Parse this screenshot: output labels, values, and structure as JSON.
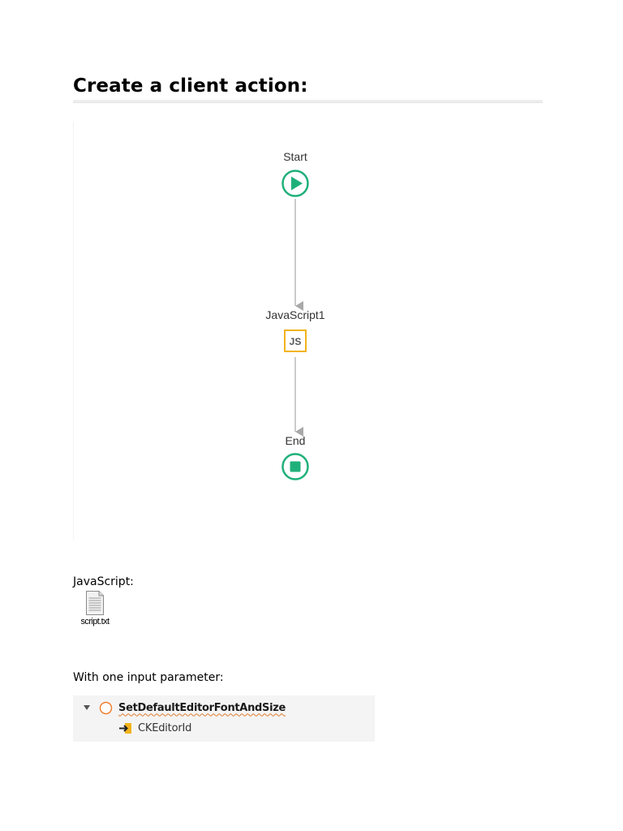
{
  "heading": "Create a client action:",
  "flow": {
    "start_label": "Start",
    "script_node_label": "JavaScript1",
    "script_node_badge": "JS",
    "end_label": "End",
    "colors": {
      "start_end": "#1fb07a",
      "js_border": "#f2b31c",
      "connector": "#a8a8a8"
    }
  },
  "javascript_label": "JavaScript:",
  "attachment": {
    "file_name": "script.txt",
    "icon": "text-file-icon"
  },
  "input_param_label": "With one input parameter:",
  "tree": {
    "action_name": "SetDefaultEditorFontAndSize",
    "action_icon": "client-action-circle-icon",
    "param_name": "CKEditorId",
    "param_icon": "input-parameter-icon",
    "colors": {
      "action_icon": "#f07a2a",
      "param_icon": "#f2b31c"
    }
  }
}
